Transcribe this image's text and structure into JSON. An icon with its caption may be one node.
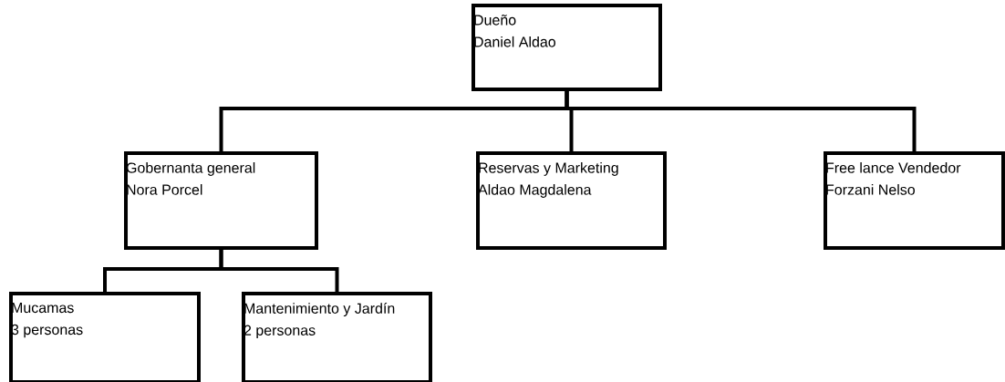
{
  "diagram": {
    "nodes": [
      {
        "text": [
          "Dueño",
          "Daniel Aldao"
        ]
      },
      {
        "text": [
          "Gobernanta general",
          "Nora Porcel"
        ]
      },
      {
        "text": [
          "Reservas y Marketing",
          "Aldao Magdalena"
        ]
      },
      {
        "text": [
          "Free lance Vendedor",
          "Forzani Nelso"
        ]
      },
      {
        "text": [
          "Mucamas",
          "3 personas"
        ]
      },
      {
        "text": [
          "Mantenimiento y Jardín",
          "2 personas"
        ]
      }
    ],
    "edges": [
      {
        "from": 0,
        "to": 1,
        "arrow": "none"
      },
      {
        "from": 0,
        "to": 2,
        "arrow": "none"
      },
      {
        "from": 0,
        "to": 3,
        "arrow": "none"
      },
      {
        "from": 1,
        "to": 4,
        "arrow": "none"
      },
      {
        "from": 1,
        "to": 5,
        "arrow": "none"
      }
    ]
  }
}
